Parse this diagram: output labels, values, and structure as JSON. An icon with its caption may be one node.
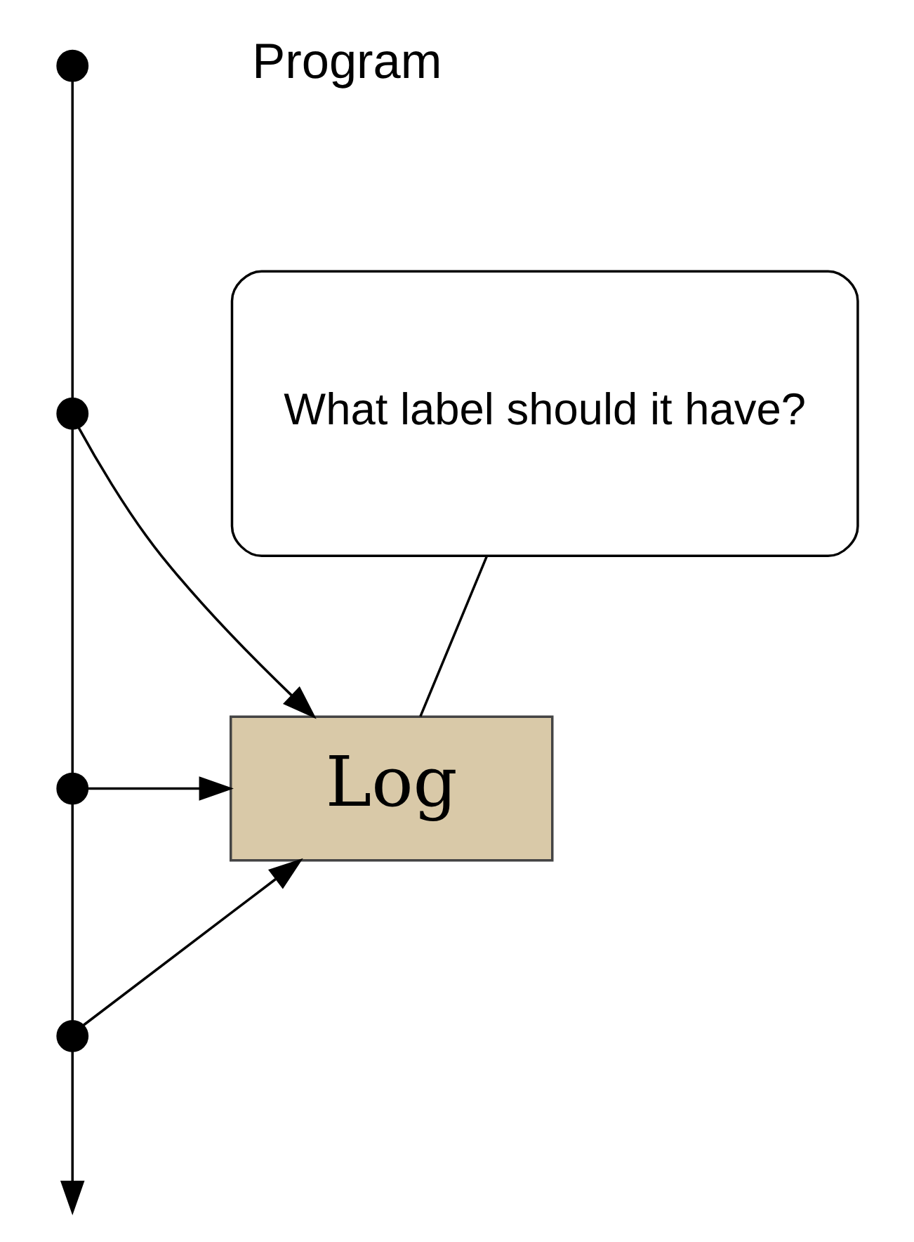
{
  "diagram": {
    "nodes": [
      {
        "text": [],
        "shape": "circle"
      },
      {
        "text": [],
        "shape": "circle"
      },
      {
        "text": [],
        "shape": "circle"
      },
      {
        "text": [],
        "shape": "circle"
      },
      {
        "text": [
          "Log"
        ]
      },
      {
        "text": [
          "What label should it have?"
        ]
      }
    ],
    "edges": [
      {
        "from": 0,
        "to": 1,
        "arrow": "none"
      },
      {
        "from": 1,
        "to": 2,
        "arrow": "none"
      },
      {
        "from": 2,
        "to": 3,
        "arrow": "none"
      },
      {
        "from": 3,
        "to": null,
        "arrow": "to"
      },
      {
        "from": 1,
        "to": 4,
        "arrow": "to"
      },
      {
        "from": 2,
        "to": 4,
        "arrow": "to"
      },
      {
        "from": 3,
        "to": 4,
        "arrow": "to"
      },
      {
        "from": 5,
        "to": 4,
        "arrow": "none"
      }
    ],
    "labels": [
      "Program"
    ]
  }
}
